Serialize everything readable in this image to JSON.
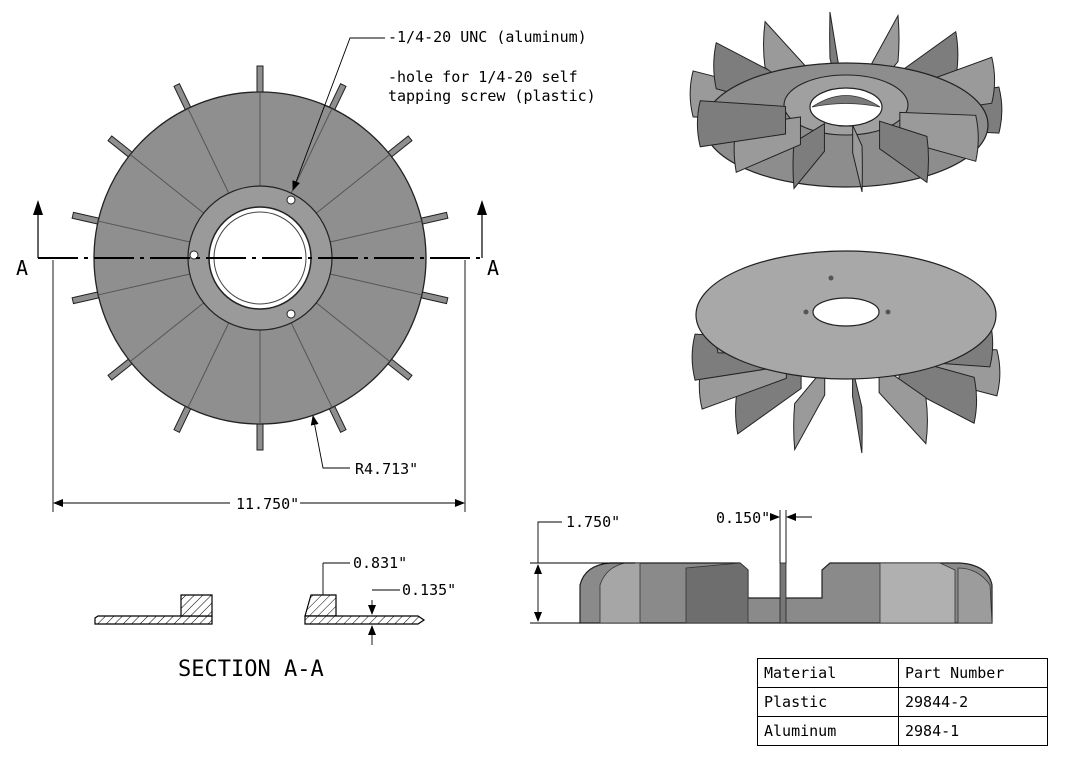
{
  "notes": {
    "thread_note": "-1/4-20 UNC (aluminum)",
    "hole_note_line1": "-hole for 1/4-20 self",
    "hole_note_line2": "tapping screw (plastic)"
  },
  "section_marker": {
    "left": "A",
    "right": "A"
  },
  "dimensions": {
    "radius": "R4.713\"",
    "overall_diameter": "11.750\"",
    "height": "1.750\"",
    "blade_thickness": "0.150\"",
    "hub_height": "0.831\"",
    "disc_thickness": "0.135\""
  },
  "section_title": "SECTION A-A",
  "bom": {
    "headers": [
      "Material",
      "Part Number"
    ],
    "rows": [
      [
        "Plastic",
        "29844-2"
      ],
      [
        "Aluminum",
        "2984-1"
      ]
    ]
  }
}
